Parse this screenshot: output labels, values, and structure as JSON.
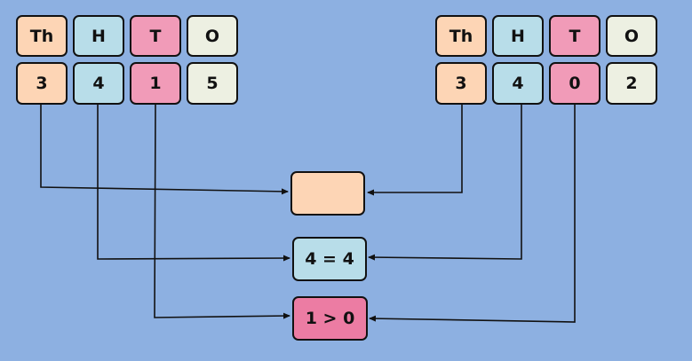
{
  "colors": {
    "background": "#8db0e1",
    "thousands": "#fdd5b5",
    "hundreds": "#b8dde9",
    "tens": "#f19bb8",
    "ones": "#edf0e2",
    "tens_result": "#ec7ca3",
    "line": "#111111"
  },
  "left_number": {
    "headers": [
      "Th",
      "H",
      "T",
      "O"
    ],
    "digits": [
      "3",
      "4",
      "1",
      "5"
    ]
  },
  "right_number": {
    "headers": [
      "Th",
      "H",
      "T",
      "O"
    ],
    "digits": [
      "3",
      "4",
      "0",
      "2"
    ]
  },
  "comparisons": {
    "thousands": "",
    "hundreds": "4 = 4",
    "tens": "1 > 0"
  }
}
